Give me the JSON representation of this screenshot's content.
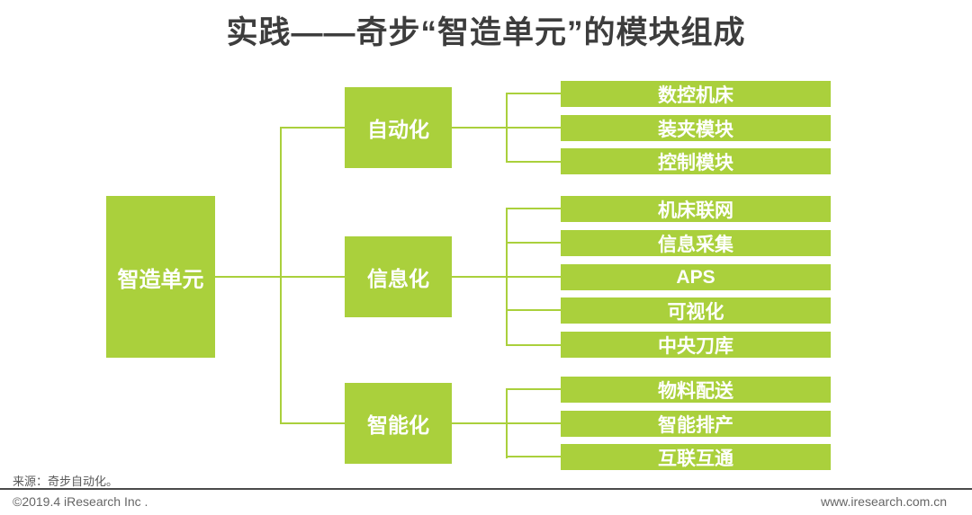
{
  "title": "实践——奇步“智造单元”的模块组成",
  "colors": {
    "box_green": "#aad03c",
    "title_text": "#3d3d3d",
    "footer_divider": "#4a4a4a",
    "footer_text": "#666666"
  },
  "root": {
    "label": "智造单元"
  },
  "groups": [
    {
      "label": "自动化",
      "children": [
        "数控机床",
        "装夹模块",
        "控制模块"
      ]
    },
    {
      "label": "信息化",
      "children": [
        "机床联网",
        "信息采集",
        "APS",
        "可视化",
        "中央刀库"
      ]
    },
    {
      "label": "智能化",
      "children": [
        "物料配送",
        "智能排产",
        "互联互通"
      ]
    }
  ],
  "source_note": "来源：奇步自动化。",
  "footer": {
    "copyright": "©2019.4 iResearch Inc .",
    "website": "www.iresearch.com.cn"
  }
}
